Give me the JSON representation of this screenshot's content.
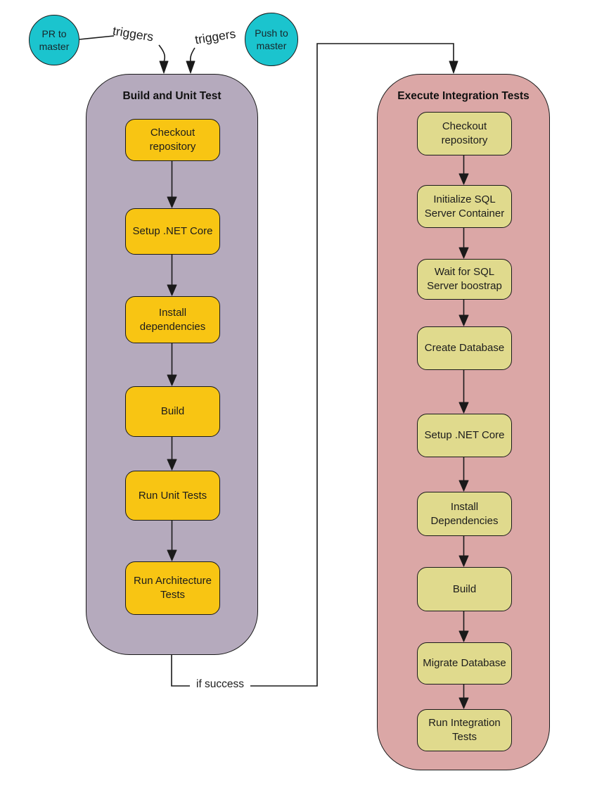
{
  "diagram": {
    "triggers": [
      {
        "label": "PR to master",
        "arrow_label": "triggers"
      },
      {
        "label": "Push to master",
        "arrow_label": "triggers"
      }
    ],
    "build_group": {
      "title": "Build and Unit Test",
      "steps": [
        "Checkout repository",
        "Setup .NET Core",
        "Install dependencies",
        "Build",
        "Run Unit Tests",
        "Run Architecture Tests"
      ]
    },
    "integration_group": {
      "title": "Execute Integration Tests",
      "steps": [
        "Checkout repository",
        "Initialize SQL Server Container",
        "Wait for SQL Server boostrap",
        "Create Database",
        "Setup .NET Core",
        "Install Dependencies",
        "Build",
        "Migrate Database",
        "Run Integration Tests"
      ]
    },
    "edge_labels": {
      "if_success": "if success"
    },
    "colors": {
      "trigger_circle": "#1BC4CE",
      "build_container": "#B5AABD",
      "build_step": "#F8C513",
      "integration_container": "#DBA7A6",
      "integration_step": "#E0DA8D",
      "connector": "#1A1A1A"
    }
  }
}
